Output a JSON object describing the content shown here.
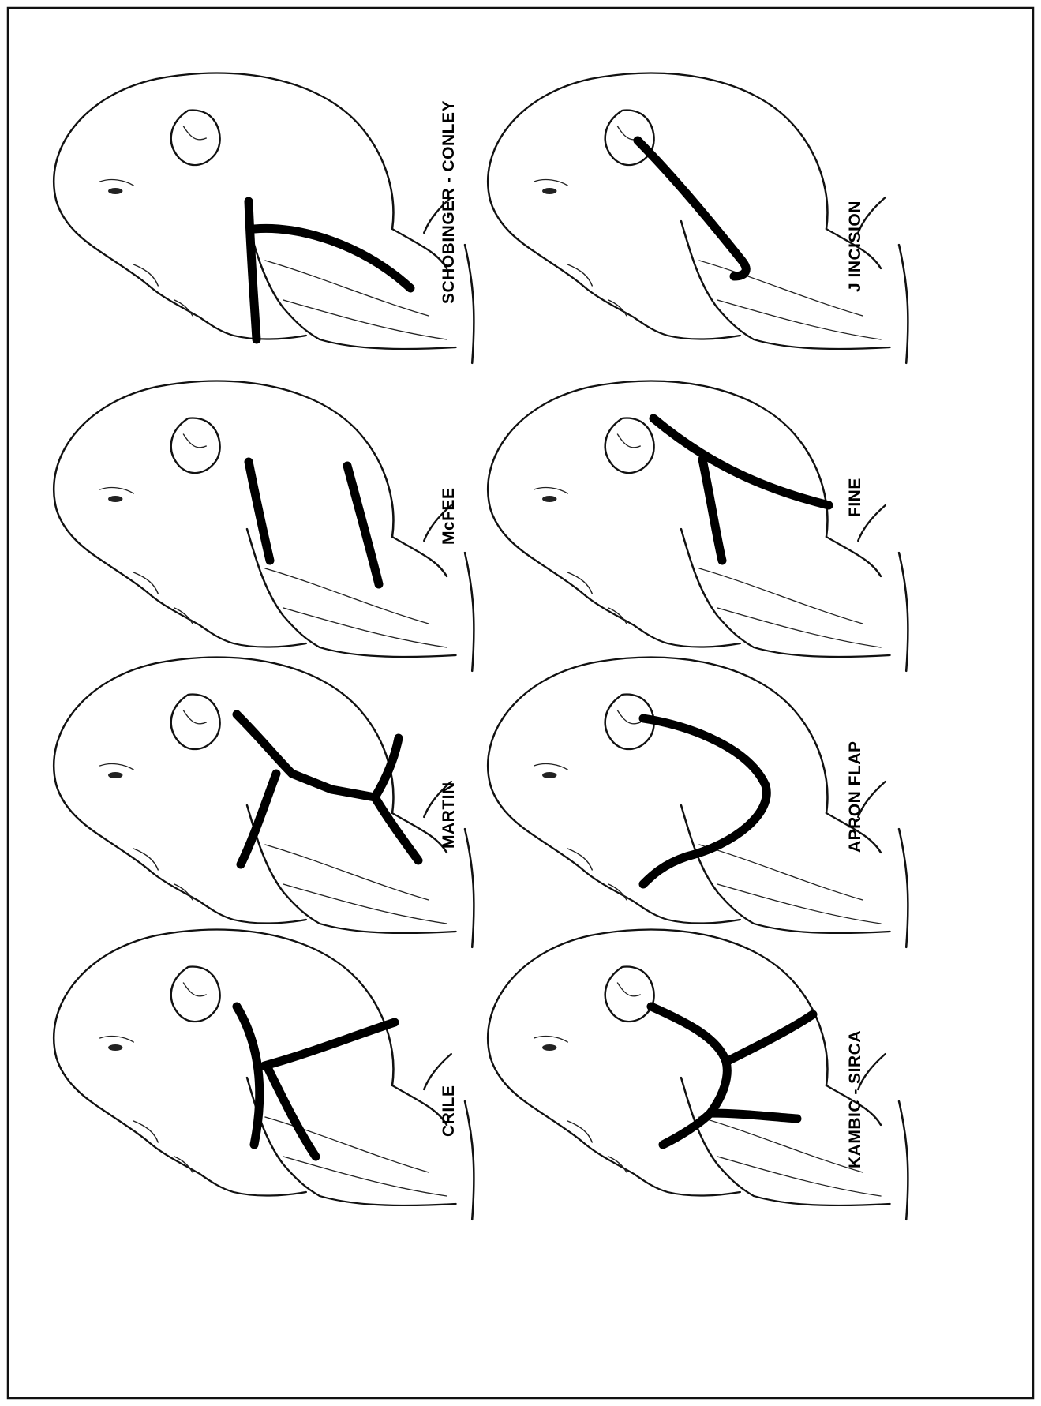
{
  "figure": {
    "panels": [
      {
        "id": "crile",
        "label": "CRILE"
      },
      {
        "id": "martin",
        "label": "MARTIN"
      },
      {
        "id": "mcfee",
        "label": "McFEE"
      },
      {
        "id": "schobinger",
        "label": "SCHOBINGER - CONLEY"
      },
      {
        "id": "kambic",
        "label": "KAMBIC  - SIRCA"
      },
      {
        "id": "apron",
        "label": "APRON FLAP"
      },
      {
        "id": "fine",
        "label": "FINE"
      },
      {
        "id": "j",
        "label": "J INCISION"
      }
    ]
  }
}
